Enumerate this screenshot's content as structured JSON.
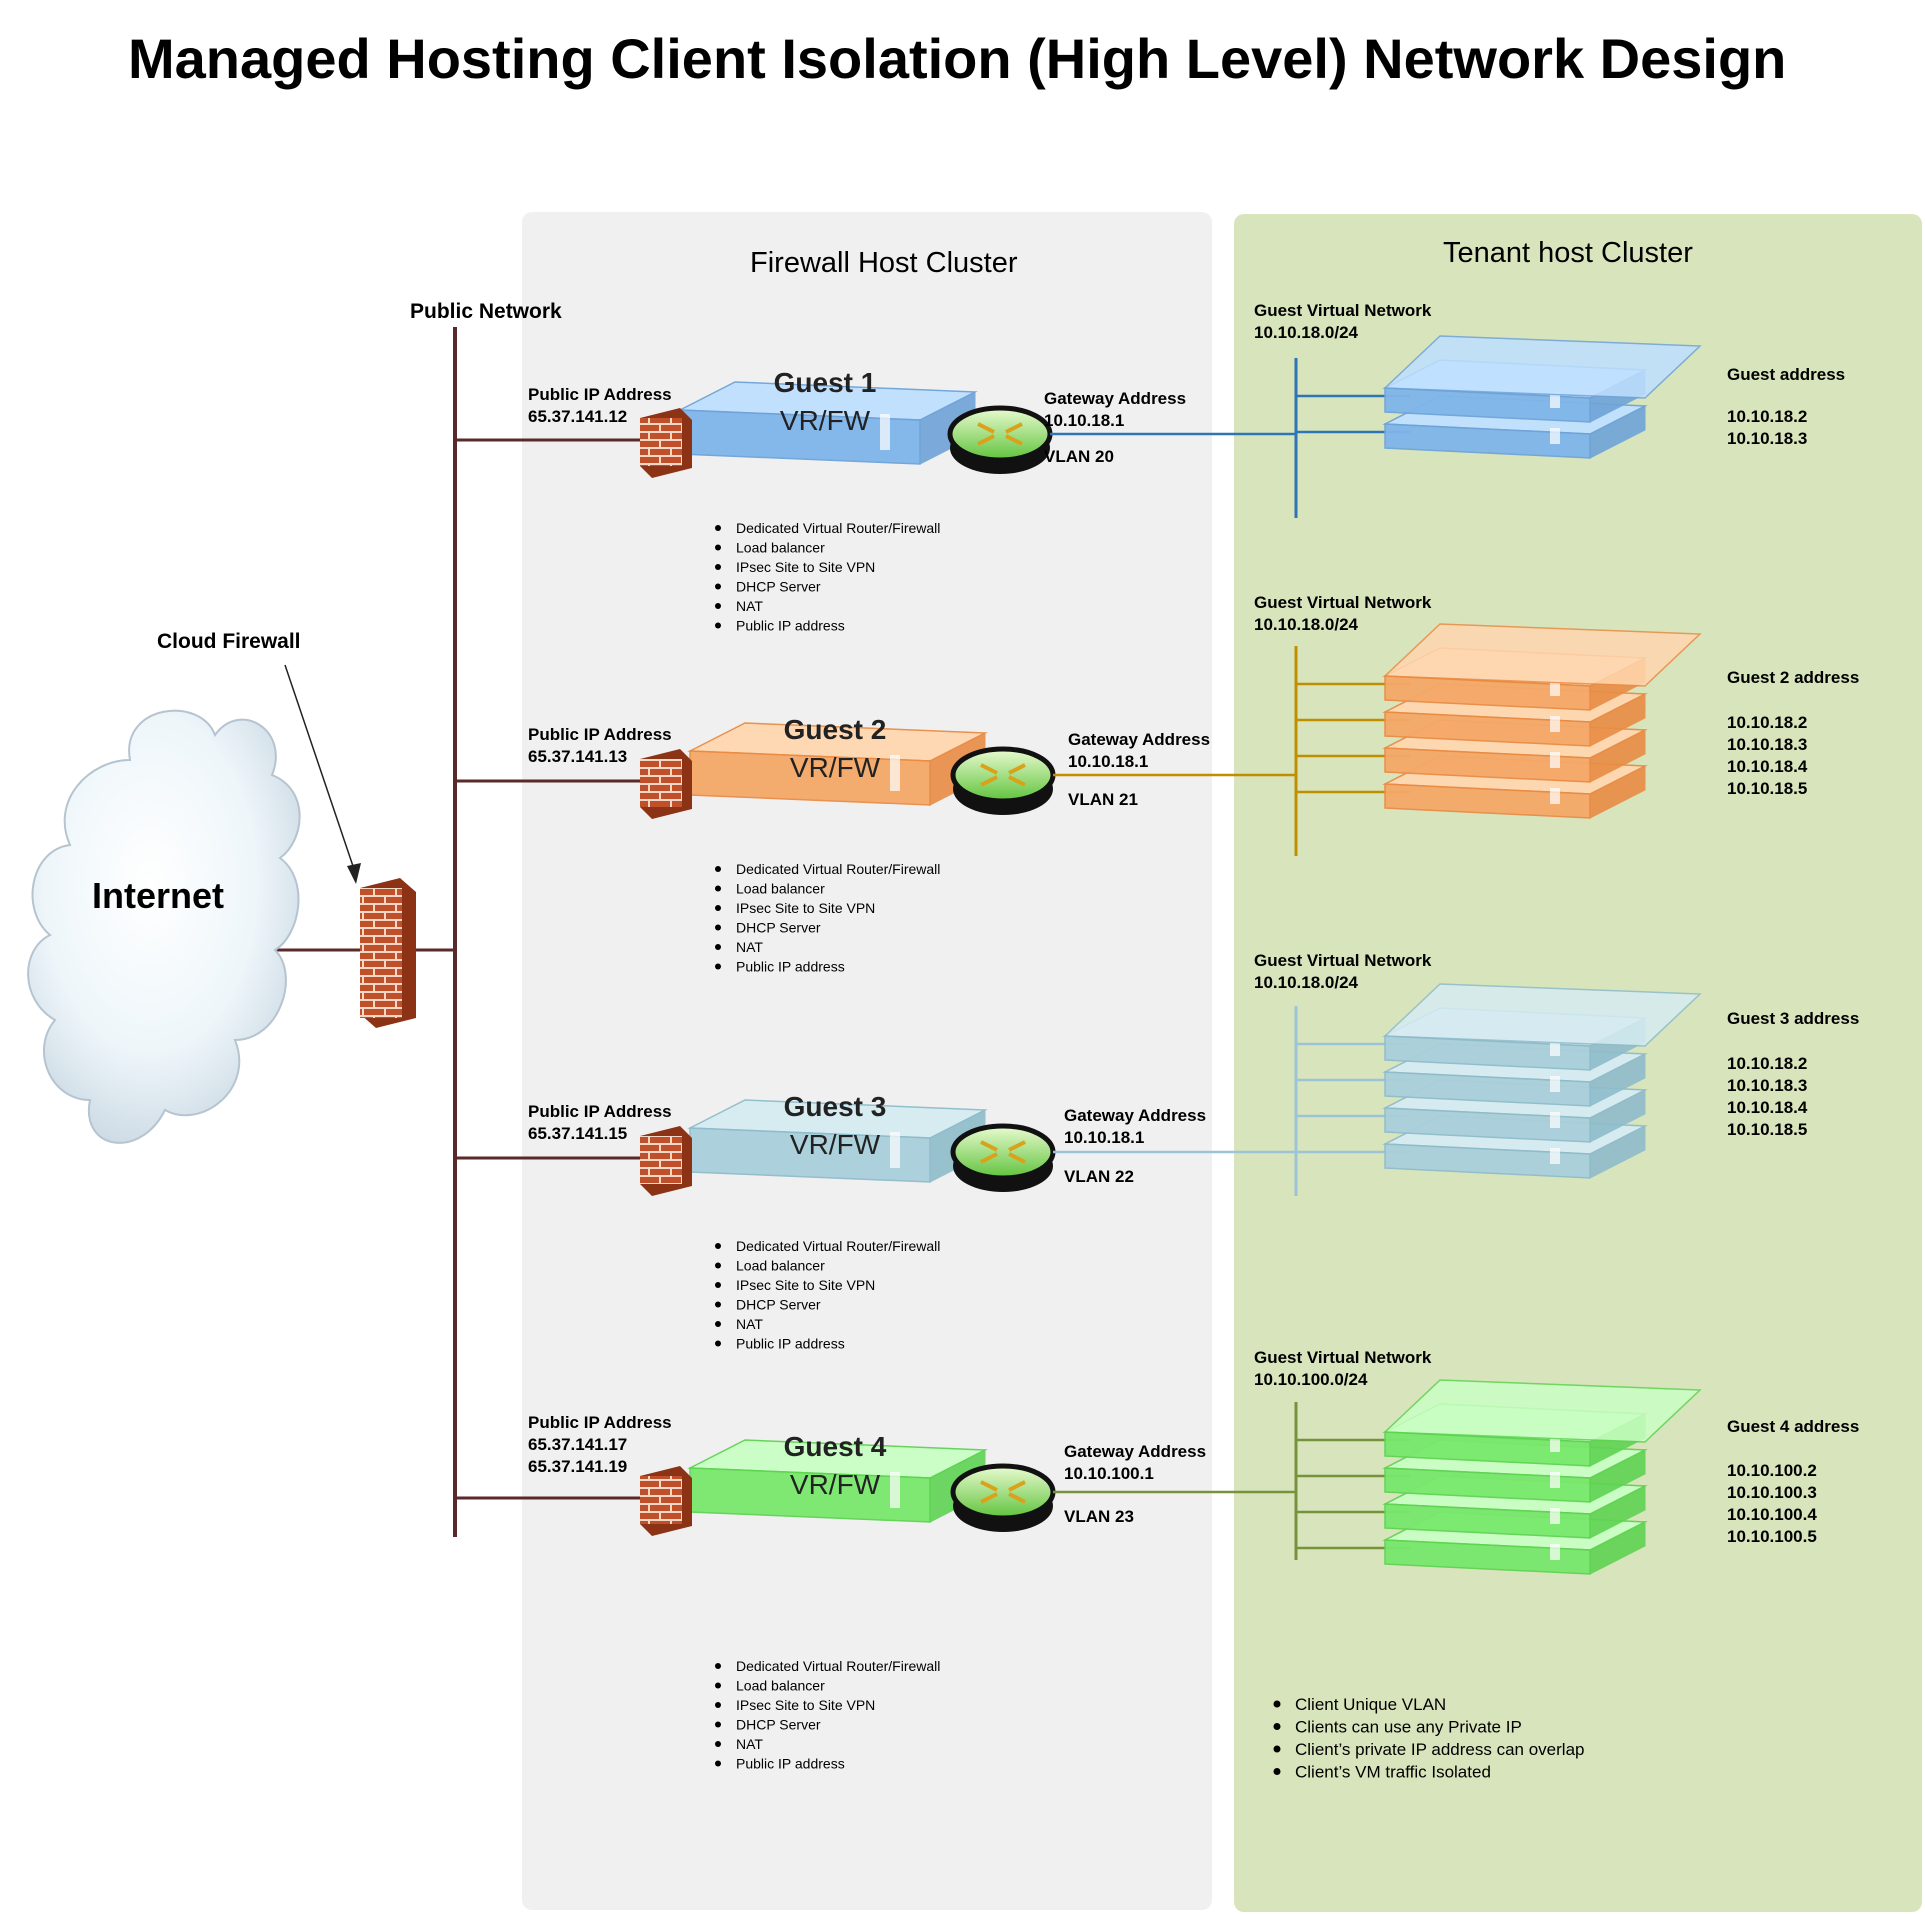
{
  "title": "Managed Hosting Client Isolation (High Level) Network Design",
  "internet_label": "Internet",
  "cloud_firewall_label": "Cloud Firewall",
  "public_network_label": "Public Network",
  "firewall_cluster_title": "Firewall Host Cluster",
  "tenant_cluster_title": "Tenant host Cluster",
  "colors": {
    "public_line": "#5a2a2a",
    "firewall_bg": "#f0f0f0",
    "tenant_bg": "#d8e4bc"
  },
  "guests": [
    {
      "name": "Guest 1",
      "role": "VR/FW",
      "public_ip_label": "Public IP  Address",
      "public_ips": [
        "65.37.141.12"
      ],
      "gateway_label": "Gateway Address",
      "gateway": "10.10.18.1",
      "vlan": "VLAN 20",
      "features": [
        "Dedicated Virtual Router/Firewall",
        "Load balancer",
        "IPsec Site to Site VPN",
        "DHCP Server",
        "NAT",
        "Public IP address"
      ],
      "network_label": "Guest Virtual Network",
      "network": "10.10.18.0/24",
      "address_label": "Guest address",
      "addresses": [
        "10.10.18.2",
        "10.10.18.3"
      ],
      "color": "#2e75b6"
    },
    {
      "name": "Guest 2",
      "role": "VR/FW",
      "public_ip_label": "Public IP  Address",
      "public_ips": [
        "65.37.141.13"
      ],
      "gateway_label": "Gateway Address",
      "gateway": "10.10.18.1",
      "vlan": "VLAN 21",
      "features": [
        "Dedicated Virtual Router/Firewall",
        "Load balancer",
        "IPsec Site to Site VPN",
        "DHCP Server",
        "NAT",
        "Public IP address"
      ],
      "network_label": "Guest Virtual Network",
      "network": "10.10.18.0/24",
      "address_label": "Guest 2 address",
      "addresses": [
        "10.10.18.2",
        "10.10.18.3",
        "10.10.18.4",
        "10.10.18.5"
      ],
      "color": "#bf8f00"
    },
    {
      "name": "Guest 3",
      "role": "VR/FW",
      "public_ip_label": "Public IP  Address",
      "public_ips": [
        "65.37.141.15"
      ],
      "gateway_label": "Gateway Address",
      "gateway": "10.10.18.1",
      "vlan": "VLAN 22",
      "features": [
        "Dedicated Virtual Router/Firewall",
        "Load balancer",
        "IPsec Site to Site VPN",
        "DHCP Server",
        "NAT",
        "Public IP address"
      ],
      "network_label": "Guest Virtual Network",
      "network": "10.10.18.0/24",
      "address_label": "Guest 3 address",
      "addresses": [
        "10.10.18.2",
        "10.10.18.3",
        "10.10.18.4",
        "10.10.18.5"
      ],
      "color": "#9dc3d6"
    },
    {
      "name": "Guest 4",
      "role": "VR/FW",
      "public_ip_label": "Public IP  Address",
      "public_ips": [
        "65.37.141.17",
        "65.37.141.19"
      ],
      "gateway_label": "Gateway Address",
      "gateway": "10.10.100.1",
      "vlan": "VLAN 23",
      "features": [
        "Dedicated Virtual Router/Firewall",
        "Load balancer",
        "IPsec Site to Site VPN",
        "DHCP Server",
        "NAT",
        "Public IP address"
      ],
      "network_label": "Guest Virtual Network",
      "network": "10.10.100.0/24",
      "address_label": "Guest 4 address",
      "addresses": [
        "10.10.100.2",
        "10.10.100.3",
        "10.10.100.4",
        "10.10.100.5"
      ],
      "color": "#76923c"
    }
  ],
  "tenant_notes": [
    "Client Unique VLAN",
    "Clients can use any Private IP",
    "Client’s private IP address can overlap",
    "Client’s VM traffic Isolated"
  ]
}
